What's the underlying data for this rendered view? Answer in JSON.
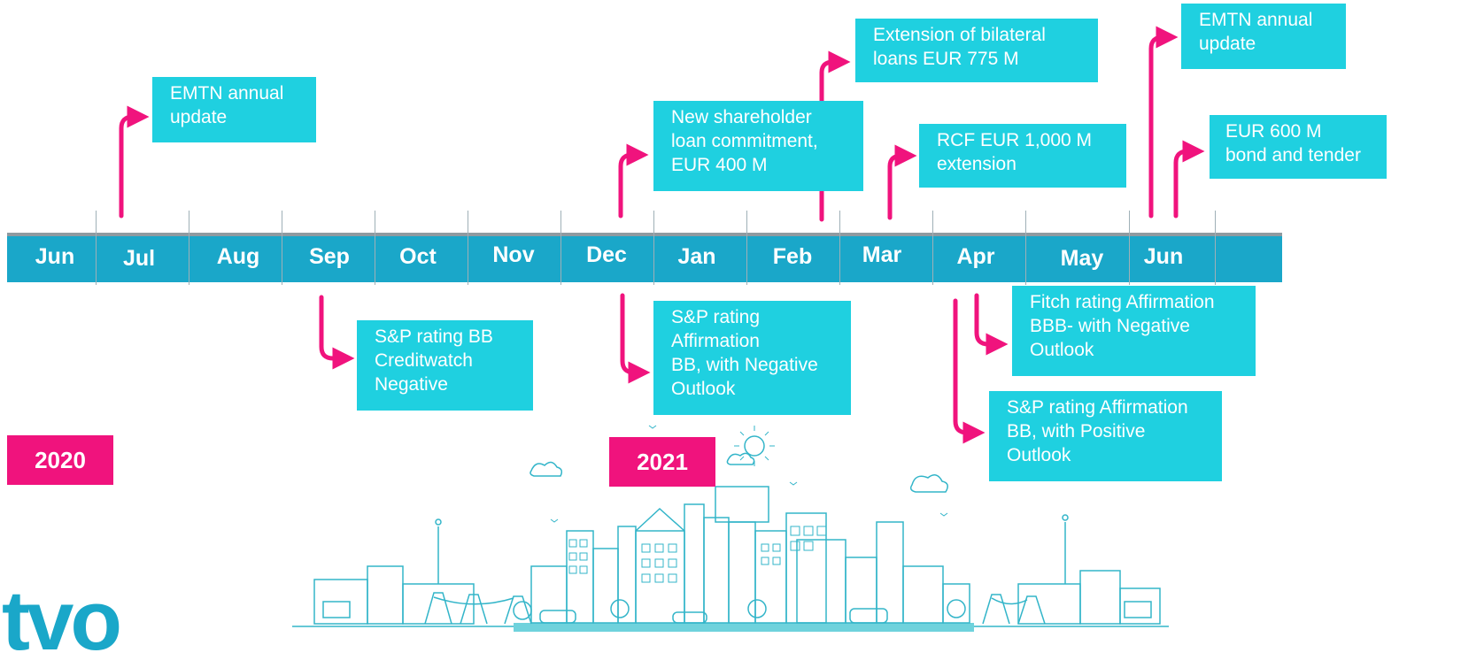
{
  "timeline": {
    "months": [
      "Jun",
      "Jul",
      "Aug",
      "Sep",
      "Oct",
      "Nov",
      "Dec",
      "Jan",
      "Feb",
      "Mar",
      "Apr",
      "May",
      "Jun"
    ],
    "years": [
      "2020",
      "2021"
    ]
  },
  "events_above": [
    {
      "month": "Jul",
      "text": [
        "EMTN annual",
        "update"
      ]
    },
    {
      "month": "Dec",
      "text": [
        "New shareholder",
        "loan commitment,",
        "EUR 400 M"
      ]
    },
    {
      "month": "Feb",
      "text": [
        "Extension of bilateral",
        "loans EUR 775 M"
      ]
    },
    {
      "month": "Mar",
      "text": [
        "RCF EUR 1,000 M",
        "extension"
      ]
    },
    {
      "month": "Jun",
      "text": [
        "EMTN annual",
        "update"
      ]
    },
    {
      "month": "Jun",
      "text": [
        "EUR 600 M",
        "bond and tender"
      ]
    }
  ],
  "events_below": [
    {
      "month": "Sep",
      "text": [
        "S&P rating BB",
        "Creditwatch",
        "Negative"
      ]
    },
    {
      "month": "Dec",
      "text": [
        "S&P rating",
        "Affirmation",
        "BB, with Negative",
        "Outlook"
      ]
    },
    {
      "month": "Apr",
      "text": [
        "Fitch rating Affirmation",
        "BBB- with Negative",
        "Outlook"
      ]
    },
    {
      "month": "Apr",
      "text": [
        "S&P rating Affirmation",
        "BB, with Positive",
        "Outlook"
      ]
    }
  ],
  "logo": {
    "text": "tvo"
  },
  "colors": {
    "bar": "#1aa7c9",
    "box": "#1fd0e0",
    "accent": "#f0137d",
    "illustration": "#33b5c9"
  }
}
